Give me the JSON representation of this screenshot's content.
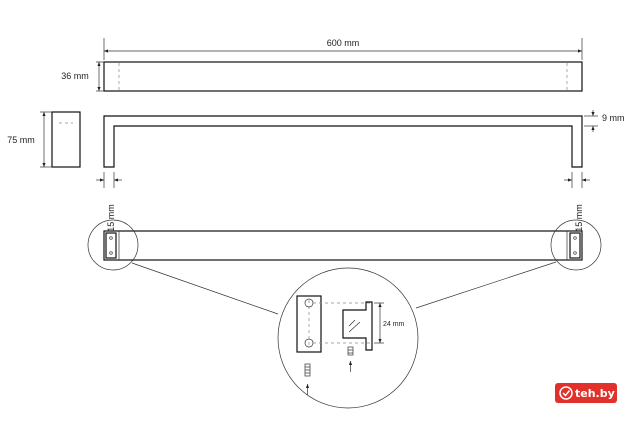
{
  "dimensions": {
    "length": "600 mm",
    "bar_height": "36 mm",
    "depth": "75 mm",
    "bar_thickness": "9 mm",
    "left_leg": "15 mm",
    "right_leg": "15 mm",
    "mount_spacing": "24 mm"
  },
  "watermark": {
    "text": "teh.by",
    "color": "#e0312a"
  }
}
